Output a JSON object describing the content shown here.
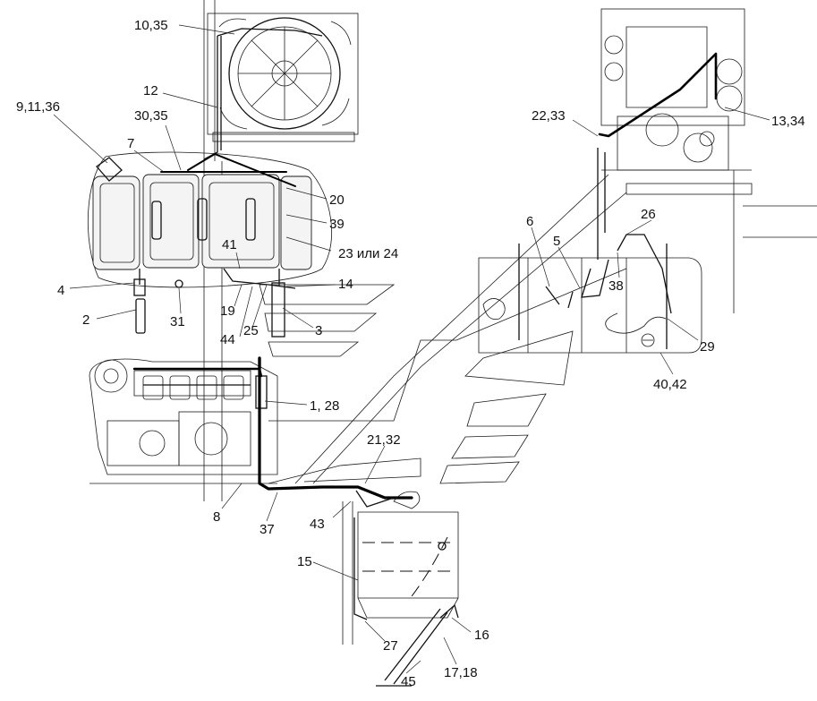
{
  "callouts": [
    {
      "id": "c1",
      "text": "10,35"
    },
    {
      "id": "c2",
      "text": "12"
    },
    {
      "id": "c3",
      "text": "9,11,36"
    },
    {
      "id": "c4",
      "text": "30,35"
    },
    {
      "id": "c5",
      "text": "7"
    },
    {
      "id": "c6",
      "text": "20"
    },
    {
      "id": "c7",
      "text": "39"
    },
    {
      "id": "c8",
      "text": "23 или 24"
    },
    {
      "id": "c9",
      "text": "41"
    },
    {
      "id": "c10",
      "text": "4"
    },
    {
      "id": "c11",
      "text": "14"
    },
    {
      "id": "c12",
      "text": "2"
    },
    {
      "id": "c13",
      "text": "31"
    },
    {
      "id": "c14",
      "text": "19"
    },
    {
      "id": "c15",
      "text": "44"
    },
    {
      "id": "c16",
      "text": "25"
    },
    {
      "id": "c17",
      "text": "3"
    },
    {
      "id": "c18",
      "text": "1, 28"
    },
    {
      "id": "c19",
      "text": "21,32"
    },
    {
      "id": "c20",
      "text": "8"
    },
    {
      "id": "c21",
      "text": "37"
    },
    {
      "id": "c22",
      "text": "43"
    },
    {
      "id": "c23",
      "text": "15"
    },
    {
      "id": "c24",
      "text": "27"
    },
    {
      "id": "c25",
      "text": "16"
    },
    {
      "id": "c26",
      "text": "17,18"
    },
    {
      "id": "c27",
      "text": "45"
    },
    {
      "id": "c28",
      "text": "22,33"
    },
    {
      "id": "c29",
      "text": "13,34"
    },
    {
      "id": "c30",
      "text": "6"
    },
    {
      "id": "c31",
      "text": "26"
    },
    {
      "id": "c32",
      "text": "5"
    },
    {
      "id": "c33",
      "text": "38"
    },
    {
      "id": "c34",
      "text": "29"
    },
    {
      "id": "c35",
      "text": "40,42"
    }
  ]
}
